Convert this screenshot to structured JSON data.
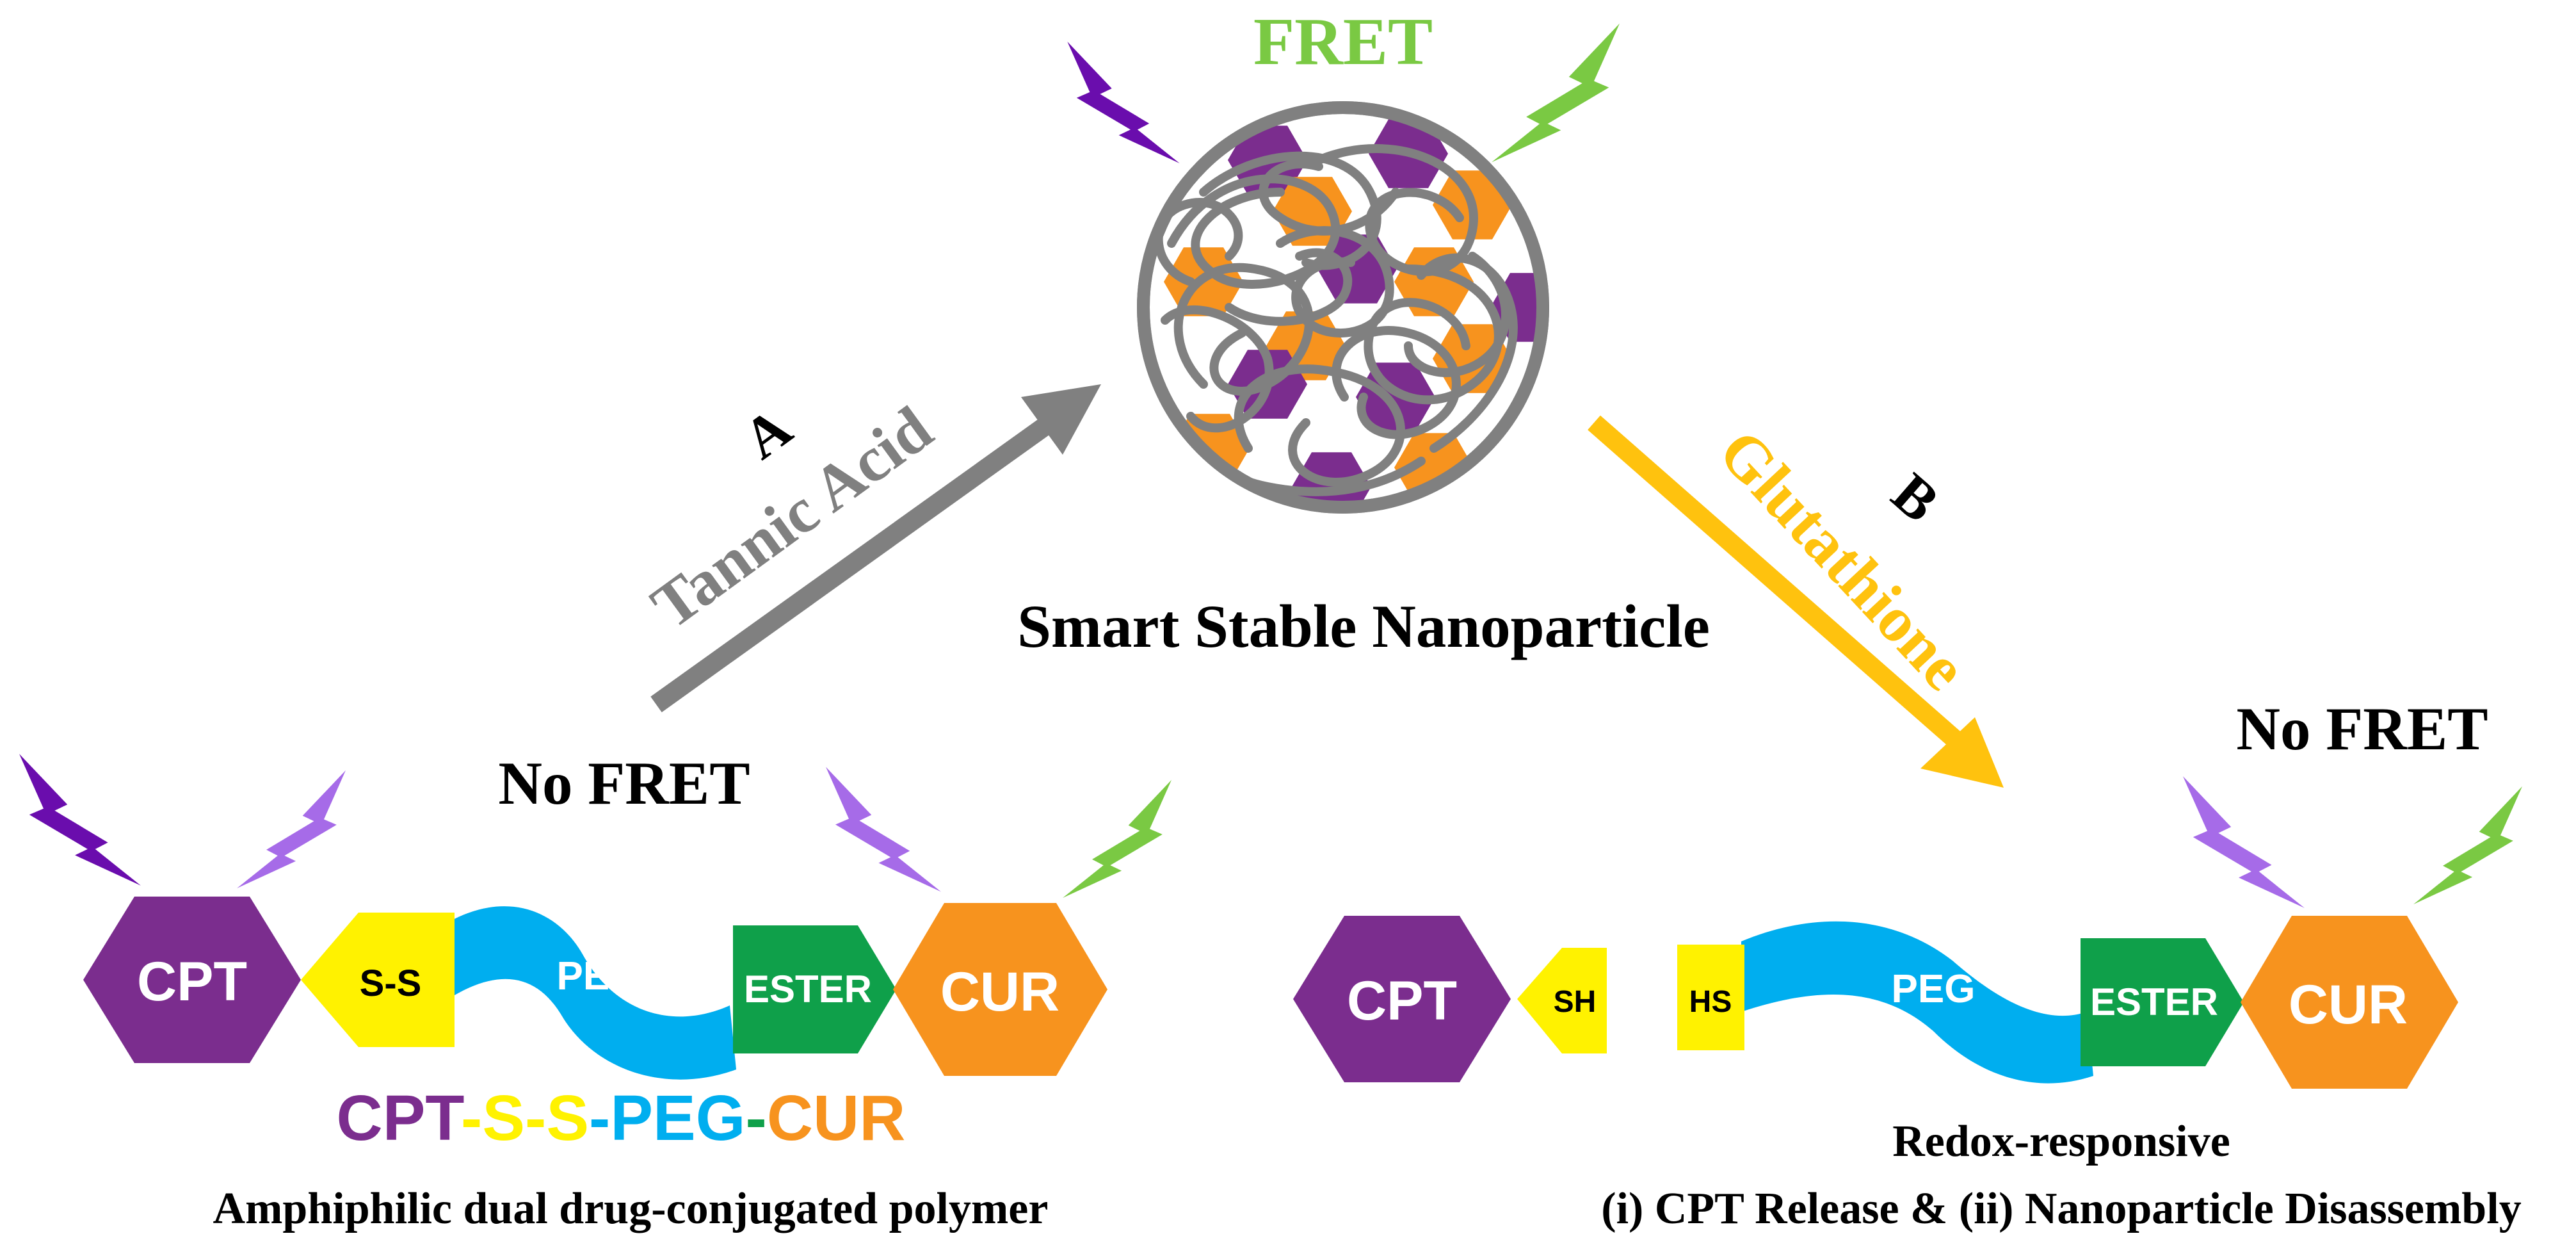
{
  "title_fret": "FRET",
  "label_a": "A",
  "label_b": "B",
  "tannic_acid": "Tannic Acid",
  "glutathione": "Glutathione",
  "nanoparticle_label": "Smart Stable Nanoparticle",
  "no_fret_left": "No FRET",
  "no_fret_right": "No FRET",
  "left_chain": {
    "cpt": "CPT",
    "ss": "S-S",
    "peg": "PEG",
    "ester": "ESTER",
    "cur": "CUR"
  },
  "right_chain": {
    "cpt": "CPT",
    "sh": "SH",
    "hs": "HS",
    "peg": "PEG",
    "ester": "ESTER",
    "cur": "CUR"
  },
  "formula": {
    "cpt": "CPT",
    "dash1": "-",
    "ss": "S-S",
    "dash2": "-",
    "peg": "PEG",
    "dash3": "-",
    "cur": "CUR"
  },
  "caption_left": "Amphiphilic dual drug-conjugated polymer",
  "caption_right_1": "Redox-responsive",
  "caption_right_2": "(i) CPT Release & (ii) Nanoparticle Disassembly",
  "colors": {
    "cpt": "#7B2D8E",
    "cur": "#F7931E",
    "peg": "#00AEEF",
    "ester": "#0FA04A",
    "ss": "#FFF200",
    "fret_green": "#7AC943",
    "bolt_dark_purple": "#6A0DAD",
    "bolt_light_purple": "#A66BE8",
    "arrow_gray": "#808080",
    "arrow_yellow": "#FFC20E"
  }
}
